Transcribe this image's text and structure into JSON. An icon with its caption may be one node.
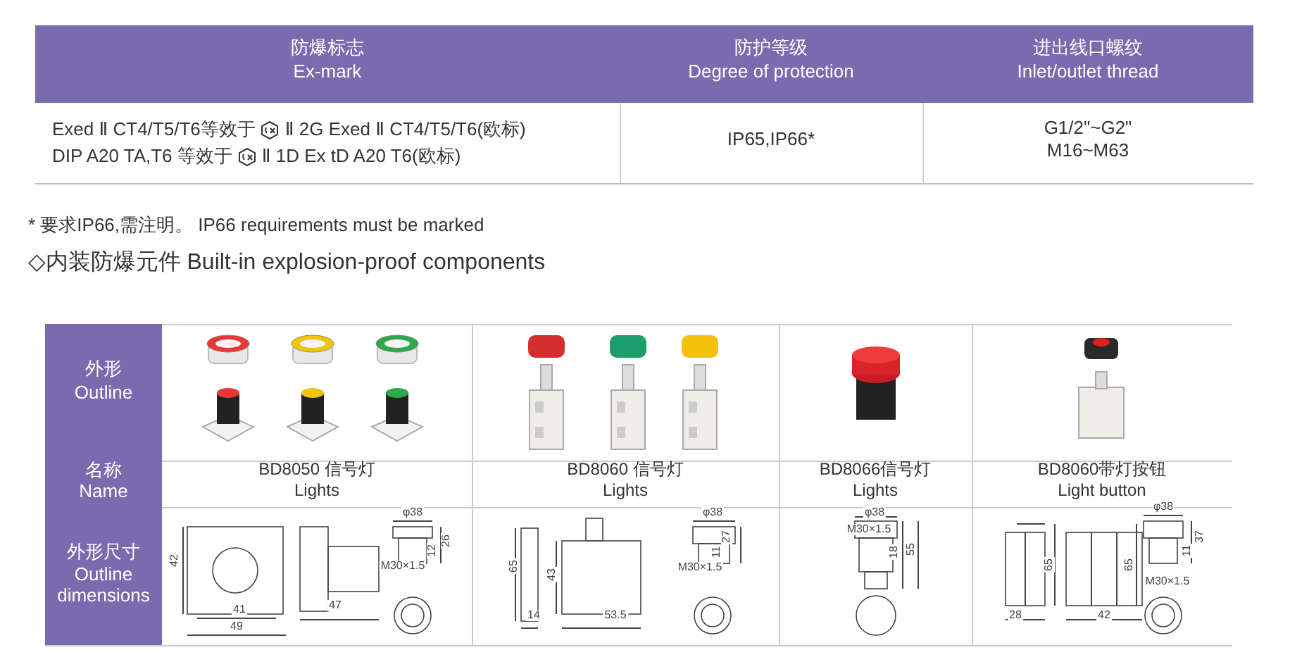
{
  "diagram": {
    "labels": [
      "防爆标志",
      "Ex-mark",
      "防护等级",
      "Degree of protection",
      "进出线口螺纹",
      "Inlet/outlet thread",
      "Exed Ⅱ CT4/T5/T6等效于",
      "Ⅱ 2G Exed Ⅱ CT4/T5/T6(欧标)",
      "DIP A20 TA,T6 等效于",
      "Ⅱ 1D Ex tD A20 T6(欧标)",
      "IP65,IP66*",
      "G1/2\"~G2\"",
      "M16~M63",
      "* 要求IP66,需注明。 IP66 requirements must be marked",
      "◇内装防爆元件 Built-in explosion-proof components",
      "外形",
      "Outline",
      "名称",
      "Name",
      "BD8050 信号灯",
      "Lights",
      "BD8060 信号灯",
      "Lights",
      "BD8066信号灯",
      "Lights",
      "BD8060带灯按钮",
      "Light button",
      "外形尺寸",
      "Outline dimensions",
      "42",
      "41",
      "49",
      "47",
      "φ38",
      "26",
      "12",
      "M30×1.5",
      "65",
      "14",
      "43",
      "53.5",
      "φ38",
      "27",
      "11",
      "M30×1.5",
      "φ38",
      "M30×1.5",
      "18",
      "55",
      "65",
      "28",
      "65",
      "42",
      "φ38",
      "37",
      "11",
      "M30×1.5"
    ]
  }
}
